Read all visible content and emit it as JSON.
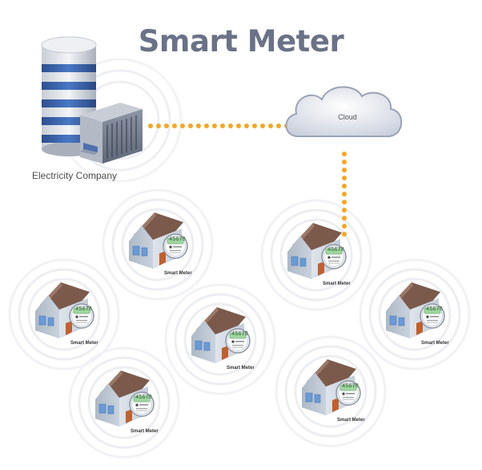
{
  "title": "Smart Meter",
  "company_label": "Electricity Company",
  "cloud_label": "Cloud",
  "meter_label": "Smart Meter",
  "meter_reading": "45678",
  "colors": {
    "title": "#6b7287",
    "server_blue": "#3a63a8",
    "link_dots": "#f4a820",
    "cloud_fill": "#e6e9f0",
    "roof": "#7b5a4c",
    "wall": "#c5d0dc",
    "lcd": "#9fd6a0"
  },
  "icons": [
    "database-server-icon",
    "server-rack-icon",
    "cloud-icon",
    "house-icon",
    "smart-meter-icon"
  ]
}
